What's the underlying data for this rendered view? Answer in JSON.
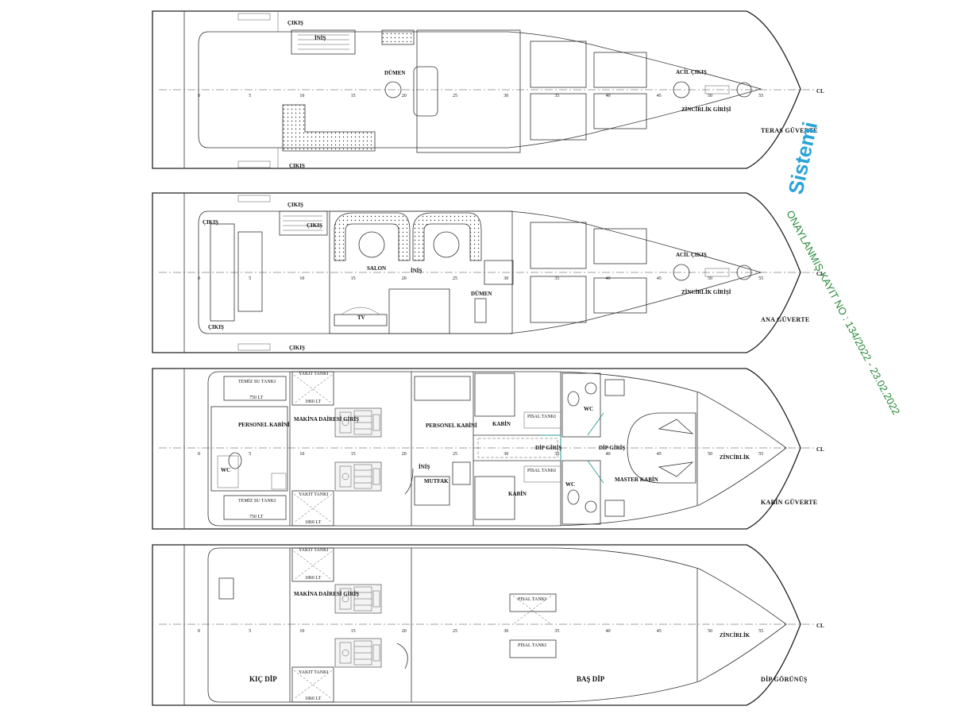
{
  "stamp": {
    "approval": "ONAYLANMIŞ KAYIT NO : 134/2022 - 23.02.2022",
    "watermark": "Sistemi",
    "color": "#2a8a3a",
    "watermark_color": "#2aa3d8"
  },
  "centerline_label": "CL",
  "ticks": [
    "0",
    "5",
    "10",
    "15",
    "20",
    "25",
    "30",
    "35",
    "40",
    "45",
    "50",
    "55"
  ],
  "decks": {
    "teras": {
      "title": "TERAS GÜVERTE",
      "labels": {
        "exit_top": "ÇIKIŞ",
        "exit_bottom": "ÇIKIŞ",
        "stairs_down": "İNİŞ",
        "helm": "DÜMEN",
        "emergency": "ACİL ÇIKIŞ",
        "chain": "ZİNCİRLİK GİRİŞİ"
      }
    },
    "ana": {
      "title": "ANA GÜVERTE",
      "labels": {
        "exit_top": "ÇIKIŞ",
        "exit_stairs": "ÇIKIŞ",
        "exit_bottom": "ÇIKIŞ",
        "exit_side": "ÇIKIŞ",
        "salon": "SALON",
        "stairs_down": "İNİŞ",
        "helm": "DÜMEN",
        "tv": "TV",
        "emergency": "ACİL ÇIKIŞ",
        "chain": "ZİNCİRLİK GİRİŞİ"
      }
    },
    "kabin": {
      "title": "KABİN GÜVERTE",
      "labels": {
        "fuel_tank_top": "YAKIT TANKI",
        "fuel_tank_top_cap": "1860 LT",
        "fuel_tank_bottom": "YAKIT TANKI",
        "fuel_tank_bottom_cap": "1860 LT",
        "water_tank_top": "TEMİZ SU TANKI",
        "water_tank_top_cap": "750 LT",
        "water_tank_bottom": "TEMİZ SU TANKI",
        "water_tank_bottom_cap": "750 LT",
        "crew_cabin_aft": "PERSONEL KABİNİ",
        "engine_room": "MAKİNA DAİRESİ GİRİŞ",
        "crew_cabin_mid": "PERSONEL KABİNİ",
        "stairs_down": "İNİŞ",
        "galley": "MUTFAK",
        "wc_aft": "WC",
        "cabin_top": "KABİN",
        "cabin_bottom": "KABİN",
        "wc_top": "WC",
        "wc_bottom": "WC",
        "dip_entry_a": "DİP GİRİŞ",
        "dip_entry_b": "DİP GİRİŞ",
        "master_cabin": "MASTER KABİN",
        "chain": "ZİNCİRLİK",
        "fuel_small_top": "PİSAL TANKI",
        "fuel_small_bottom": "PİSAL TANKI"
      }
    },
    "dip": {
      "title": "DİP GÖRÜNÜŞ",
      "labels": {
        "fuel_tank_top": "YAKIT TANKI",
        "fuel_tank_top_cap": "1860 LT",
        "fuel_tank_bottom": "YAKIT TANKI",
        "fuel_tank_bottom_cap": "1860 LT",
        "engine_room": "MAKİNA DAİRESİ GİRİŞ",
        "aft_bottom": "KIÇ DİP",
        "fwd_bottom": "BAŞ DİP",
        "chain": "ZİNCİRLİK",
        "tank_a": "PİSAL TANKI",
        "tank_b": "PİSAL TANKI"
      }
    }
  }
}
